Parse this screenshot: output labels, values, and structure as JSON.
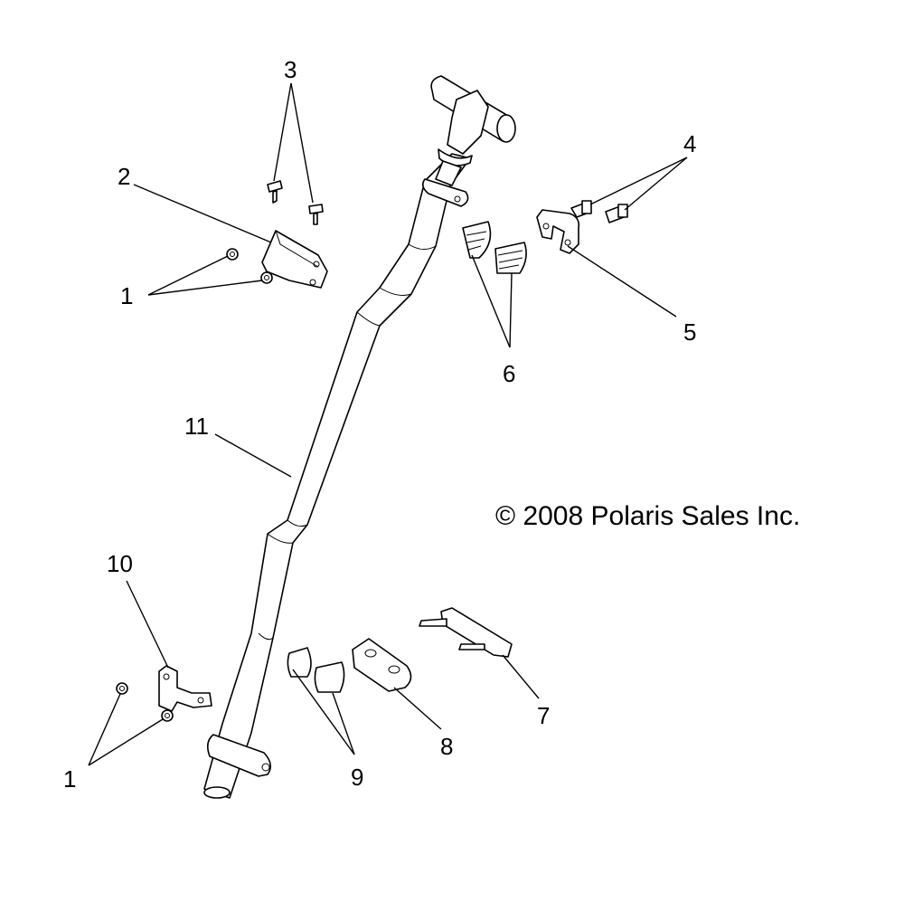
{
  "callouts": {
    "c1_upper": "1",
    "c1_lower": "1",
    "c2": "2",
    "c3": "3",
    "c4": "4",
    "c5": "5",
    "c6": "6",
    "c7": "7",
    "c8": "8",
    "c9": "9",
    "c10": "10",
    "c11": "11"
  },
  "copyright": "© 2008 Polaris Sales Inc."
}
